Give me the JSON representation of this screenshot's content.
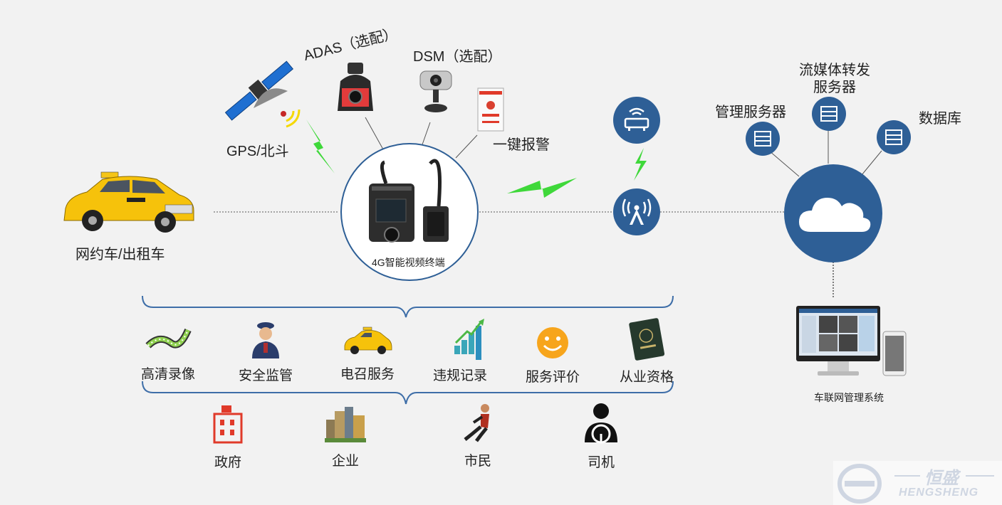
{
  "diagram": {
    "vehicle_label": "网约车/出租车",
    "gps_label": "GPS/北斗",
    "adas_label": "ADAS（选配）",
    "dsm_label": "DSM（选配）",
    "alarm_label": "一键报警",
    "terminal_label": "4G智能视频终端",
    "mgmt_server_label": "管理服务器",
    "stream_server_label": "流媒体转发\n服务器",
    "stream_server_line1": "流媒体转发",
    "stream_server_line2": "服务器",
    "database_label": "数据库",
    "platform_label": "车联网管理系统"
  },
  "features": [
    {
      "label": "高清录像",
      "icon": "film-icon"
    },
    {
      "label": "安全监管",
      "icon": "police-icon"
    },
    {
      "label": "电召服务",
      "icon": "taxi-icon"
    },
    {
      "label": "违规记录",
      "icon": "growth-chart-icon"
    },
    {
      "label": "服务评价",
      "icon": "smiley-icon"
    },
    {
      "label": "从业资格",
      "icon": "passport-icon"
    }
  ],
  "stakeholders": [
    {
      "label": "政府",
      "icon": "government-building-icon"
    },
    {
      "label": "企业",
      "icon": "city-buildings-icon"
    },
    {
      "label": "市民",
      "icon": "citizen-icon"
    },
    {
      "label": "司机",
      "icon": "driver-icon"
    }
  ],
  "logo": {
    "cn": "恒盛",
    "en": "HENGSHENG"
  },
  "colors": {
    "node_blue": "#2e5f96",
    "brace_blue": "#3e6ea8",
    "signal_green": "#3fd83a",
    "accent_red": "#e03a2a"
  }
}
